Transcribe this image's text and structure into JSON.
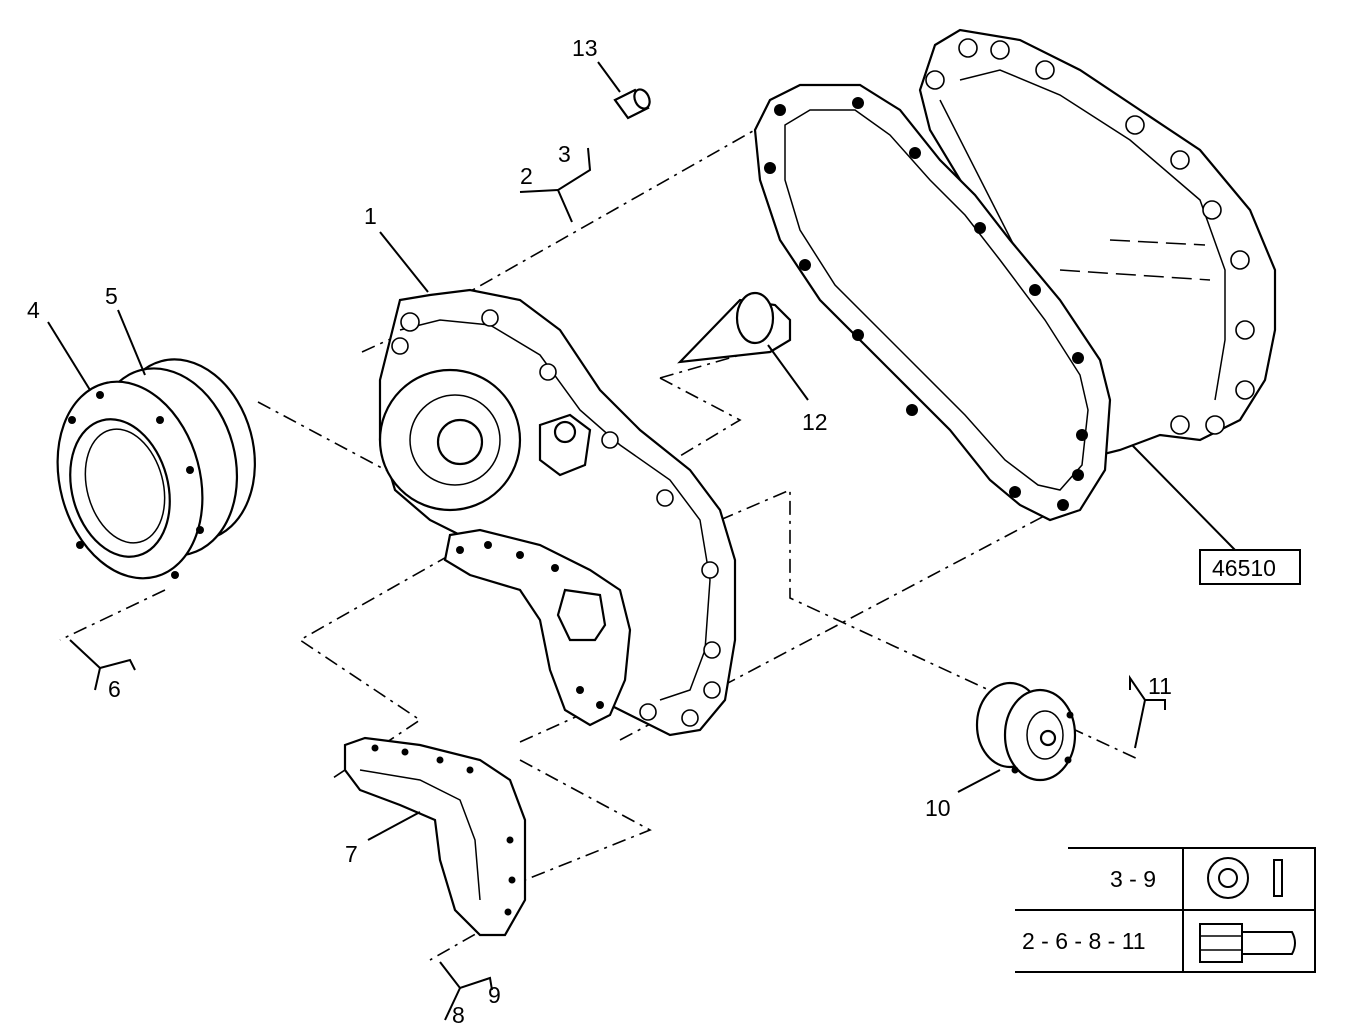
{
  "callouts": {
    "c1": "1",
    "c2": "2",
    "c3": "3",
    "c4": "4",
    "c5": "5",
    "c6": "6",
    "c7": "7",
    "c8": "8",
    "c9": "9",
    "c10": "10",
    "c11": "11",
    "c12": "12",
    "c13": "13"
  },
  "reference_box": {
    "label": "46510"
  },
  "legend": {
    "rows": [
      {
        "label": "3 - 9",
        "icon": "washer-icon"
      },
      {
        "label": "2 - 6 - 8 - 11",
        "icon": "bolt-icon"
      }
    ]
  }
}
